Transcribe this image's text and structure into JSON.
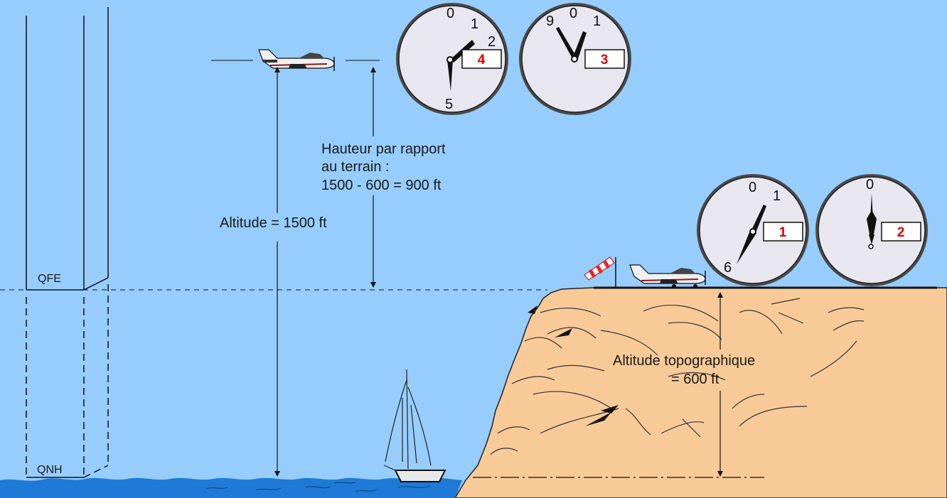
{
  "labels": {
    "qfe": "QFE",
    "qnh": "QNH",
    "hauteur_line1": "Hauteur par rapport",
    "hauteur_line2": "au terrain :",
    "hauteur_line3": "1500 - 600 = 900 ft",
    "altitude": "Altitude = 1500 ft",
    "topo_line1": "Altitude topographique",
    "topo_line2": "= 600 ft"
  },
  "altimeters": [
    {
      "id": 4,
      "box": "4",
      "digits": [
        "0",
        "1",
        "2",
        "5"
      ]
    },
    {
      "id": 3,
      "box": "3",
      "digits": [
        "9",
        "0",
        "1"
      ]
    },
    {
      "id": 1,
      "box": "1",
      "digits": [
        "0",
        "1",
        "6"
      ]
    },
    {
      "id": 2,
      "box": "2",
      "digits": [
        "0"
      ]
    }
  ],
  "colors": {
    "sky": "#96cdfd",
    "ground": "#f8ca98",
    "sea": "#1e7ad6",
    "dial_face": "#e8e6ee",
    "box_number": "#e00000"
  }
}
